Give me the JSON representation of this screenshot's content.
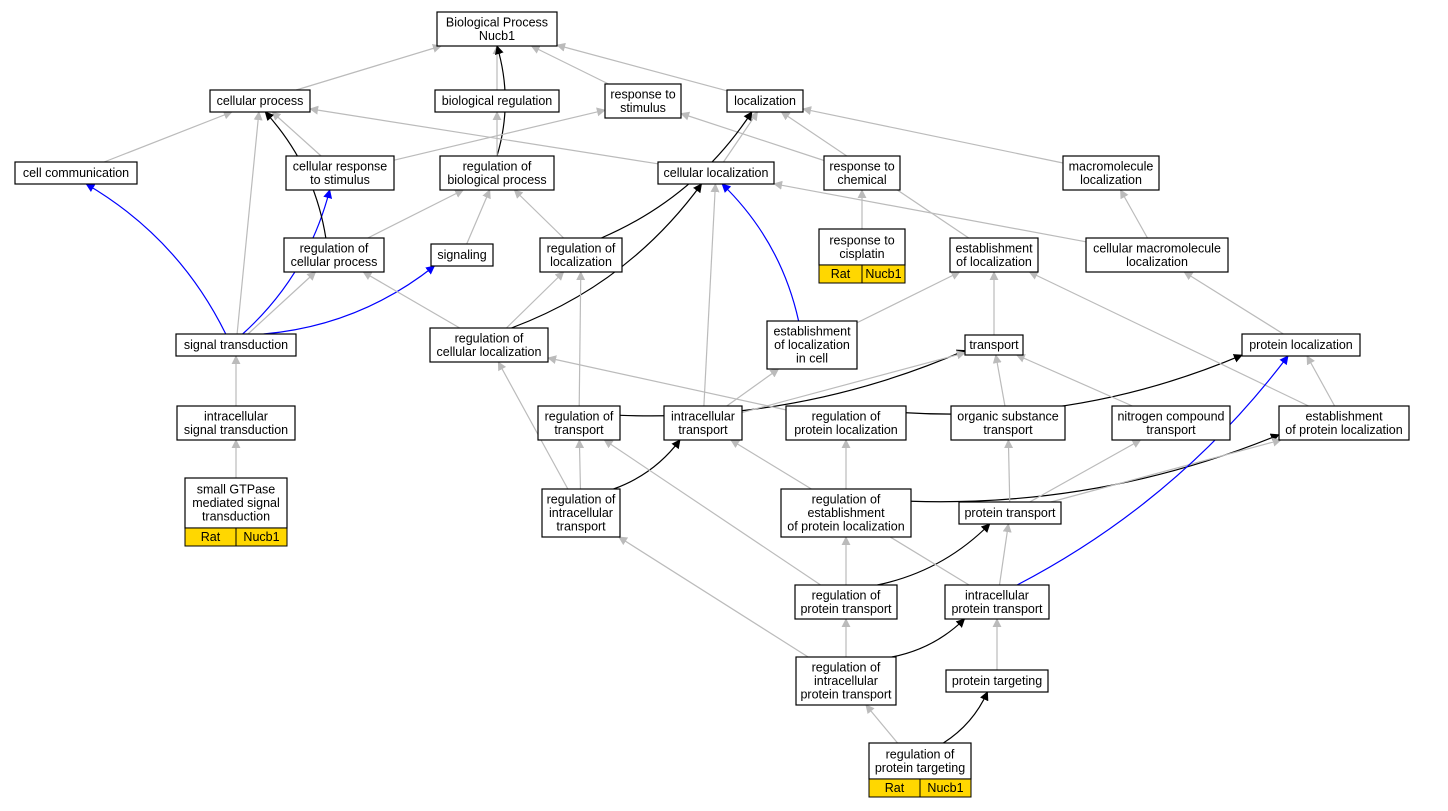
{
  "colors": {
    "is_a": "#bbbbbb",
    "regulates": "#000000",
    "part_of": "#0000ff",
    "annotation": "#ffd700"
  },
  "nodes": {
    "bp": {
      "lines": [
        "Biological Process",
        "Nucb1"
      ]
    },
    "cp": {
      "lines": [
        "cellular process"
      ]
    },
    "breg": {
      "lines": [
        "biological regulation"
      ]
    },
    "rstim": {
      "lines": [
        "response to",
        "stimulus"
      ]
    },
    "loc": {
      "lines": [
        "localization"
      ]
    },
    "cc": {
      "lines": [
        "cell communication"
      ]
    },
    "crs": {
      "lines": [
        "cellular response",
        "to stimulus"
      ]
    },
    "rbp": {
      "lines": [
        "regulation of",
        "biological process"
      ]
    },
    "cloc": {
      "lines": [
        "cellular localization"
      ]
    },
    "rchem": {
      "lines": [
        "response to",
        "chemical"
      ]
    },
    "mloc": {
      "lines": [
        "macromolecule",
        "localization"
      ]
    },
    "rcisp": {
      "lines": [
        "response to",
        "cisplatin"
      ],
      "tags": [
        "Rat",
        "Nucb1"
      ]
    },
    "rcp": {
      "lines": [
        "regulation of",
        "cellular process"
      ]
    },
    "sig": {
      "lines": [
        "signaling"
      ]
    },
    "rloc": {
      "lines": [
        "regulation of",
        "localization"
      ]
    },
    "eloc": {
      "lines": [
        "establishment",
        "of localization"
      ]
    },
    "cmloc": {
      "lines": [
        "cellular macromolecule",
        "localization"
      ]
    },
    "st": {
      "lines": [
        "signal transduction"
      ]
    },
    "rcloc": {
      "lines": [
        "regulation of",
        "cellular localization"
      ]
    },
    "elic": {
      "lines": [
        "establishment",
        "of localization",
        "in cell"
      ]
    },
    "tr": {
      "lines": [
        "transport"
      ]
    },
    "ploc": {
      "lines": [
        "protein localization"
      ]
    },
    "ist": {
      "lines": [
        "intracellular",
        "signal transduction"
      ]
    },
    "rtr": {
      "lines": [
        "regulation of",
        "transport"
      ]
    },
    "itr": {
      "lines": [
        "intracellular",
        "transport"
      ]
    },
    "rploc": {
      "lines": [
        "regulation of",
        "protein localization"
      ]
    },
    "ost": {
      "lines": [
        "organic substance",
        "transport"
      ]
    },
    "nct": {
      "lines": [
        "nitrogen compound",
        "transport"
      ]
    },
    "eploc": {
      "lines": [
        "establishment",
        "of protein localization"
      ]
    },
    "gtp": {
      "lines": [
        "small GTPase",
        "mediated signal",
        "transduction"
      ],
      "tags": [
        "Rat",
        "Nucb1"
      ]
    },
    "ritr": {
      "lines": [
        "regulation of",
        "intracellular",
        "transport"
      ]
    },
    "reploc": {
      "lines": [
        "regulation of",
        "establishment",
        "of protein localization"
      ]
    },
    "ptr": {
      "lines": [
        "protein transport"
      ]
    },
    "rptr": {
      "lines": [
        "regulation of",
        "protein transport"
      ]
    },
    "iptr": {
      "lines": [
        "intracellular",
        "protein transport"
      ]
    },
    "riptr": {
      "lines": [
        "regulation of",
        "intracellular",
        "protein transport"
      ]
    },
    "ptarg": {
      "lines": [
        "protein targeting"
      ]
    },
    "rptarg": {
      "lines": [
        "regulation of",
        "protein targeting"
      ],
      "tags": [
        "Rat",
        "Nucb1"
      ]
    }
  },
  "edges": [
    {
      "from": "cp",
      "to": "bp",
      "type": "is_a"
    },
    {
      "from": "breg",
      "to": "bp",
      "type": "is_a"
    },
    {
      "from": "rstim",
      "to": "bp",
      "type": "is_a"
    },
    {
      "from": "loc",
      "to": "bp",
      "type": "is_a"
    },
    {
      "from": "rbp",
      "to": "bp",
      "type": "regulates"
    },
    {
      "from": "cc",
      "to": "cp",
      "type": "is_a"
    },
    {
      "from": "crs",
      "to": "cp",
      "type": "is_a"
    },
    {
      "from": "cloc",
      "to": "cp",
      "type": "is_a"
    },
    {
      "from": "crs",
      "to": "rstim",
      "type": "is_a"
    },
    {
      "from": "rbp",
      "to": "breg",
      "type": "is_a"
    },
    {
      "from": "rchem",
      "to": "rstim",
      "type": "is_a"
    },
    {
      "from": "cloc",
      "to": "loc",
      "type": "is_a"
    },
    {
      "from": "mloc",
      "to": "loc",
      "type": "is_a"
    },
    {
      "from": "eloc",
      "to": "loc",
      "type": "is_a"
    },
    {
      "from": "rloc",
      "to": "loc",
      "type": "regulates"
    },
    {
      "from": "rcisp",
      "to": "rchem",
      "type": "is_a"
    },
    {
      "from": "rcp",
      "to": "rbp",
      "type": "is_a"
    },
    {
      "from": "sig",
      "to": "rbp",
      "type": "is_a"
    },
    {
      "from": "rloc",
      "to": "rbp",
      "type": "is_a"
    },
    {
      "from": "cmloc",
      "to": "mloc",
      "type": "is_a"
    },
    {
      "from": "cmloc",
      "to": "cloc",
      "type": "is_a"
    },
    {
      "from": "st",
      "to": "cc",
      "type": "part_of"
    },
    {
      "from": "st",
      "to": "crs",
      "type": "part_of"
    },
    {
      "from": "st",
      "to": "cp",
      "type": "is_a"
    },
    {
      "from": "rcp",
      "to": "cp",
      "type": "regulates"
    },
    {
      "from": "st",
      "to": "rcp",
      "type": "is_a"
    },
    {
      "from": "st",
      "to": "sig",
      "type": "part_of"
    },
    {
      "from": "rcloc",
      "to": "rcp",
      "type": "is_a"
    },
    {
      "from": "rcloc",
      "to": "rloc",
      "type": "is_a"
    },
    {
      "from": "rcloc",
      "to": "cloc",
      "type": "regulates"
    },
    {
      "from": "elic",
      "to": "cloc",
      "type": "part_of"
    },
    {
      "from": "elic",
      "to": "eloc",
      "type": "is_a"
    },
    {
      "from": "tr",
      "to": "eloc",
      "type": "is_a"
    },
    {
      "from": "ploc",
      "to": "cmloc",
      "type": "is_a"
    },
    {
      "from": "ist",
      "to": "st",
      "type": "is_a"
    },
    {
      "from": "gtp",
      "to": "ist",
      "type": "is_a"
    },
    {
      "from": "rtr",
      "to": "rloc",
      "type": "is_a"
    },
    {
      "from": "rtr",
      "to": "tr",
      "type": "regulates"
    },
    {
      "from": "itr",
      "to": "cloc",
      "type": "is_a"
    },
    {
      "from": "itr",
      "to": "elic",
      "type": "is_a"
    },
    {
      "from": "itr",
      "to": "tr",
      "type": "is_a"
    },
    {
      "from": "rploc",
      "to": "rcloc",
      "type": "is_a"
    },
    {
      "from": "rploc",
      "to": "ploc",
      "type": "regulates"
    },
    {
      "from": "ost",
      "to": "tr",
      "type": "is_a"
    },
    {
      "from": "nct",
      "to": "tr",
      "type": "is_a"
    },
    {
      "from": "eploc",
      "to": "eloc",
      "type": "is_a"
    },
    {
      "from": "eploc",
      "to": "ploc",
      "type": "is_a"
    },
    {
      "from": "ritr",
      "to": "rtr",
      "type": "is_a"
    },
    {
      "from": "ritr",
      "to": "rcloc",
      "type": "is_a"
    },
    {
      "from": "ritr",
      "to": "itr",
      "type": "regulates"
    },
    {
      "from": "reploc",
      "to": "rploc",
      "type": "is_a"
    },
    {
      "from": "reploc",
      "to": "eploc",
      "type": "regulates"
    },
    {
      "from": "ptr",
      "to": "ost",
      "type": "is_a"
    },
    {
      "from": "ptr",
      "to": "nct",
      "type": "is_a"
    },
    {
      "from": "ptr",
      "to": "eploc",
      "type": "is_a"
    },
    {
      "from": "rptr",
      "to": "rtr",
      "type": "is_a"
    },
    {
      "from": "rptr",
      "to": "reploc",
      "type": "is_a"
    },
    {
      "from": "rptr",
      "to": "ptr",
      "type": "regulates"
    },
    {
      "from": "iptr",
      "to": "itr",
      "type": "is_a"
    },
    {
      "from": "iptr",
      "to": "ptr",
      "type": "is_a"
    },
    {
      "from": "iptr",
      "to": "ploc",
      "type": "part_of"
    },
    {
      "from": "riptr",
      "to": "ritr",
      "type": "is_a"
    },
    {
      "from": "riptr",
      "to": "rptr",
      "type": "is_a"
    },
    {
      "from": "riptr",
      "to": "iptr",
      "type": "regulates"
    },
    {
      "from": "ptarg",
      "to": "iptr",
      "type": "is_a"
    },
    {
      "from": "rptarg",
      "to": "riptr",
      "type": "is_a"
    },
    {
      "from": "rptarg",
      "to": "ptarg",
      "type": "regulates"
    }
  ]
}
